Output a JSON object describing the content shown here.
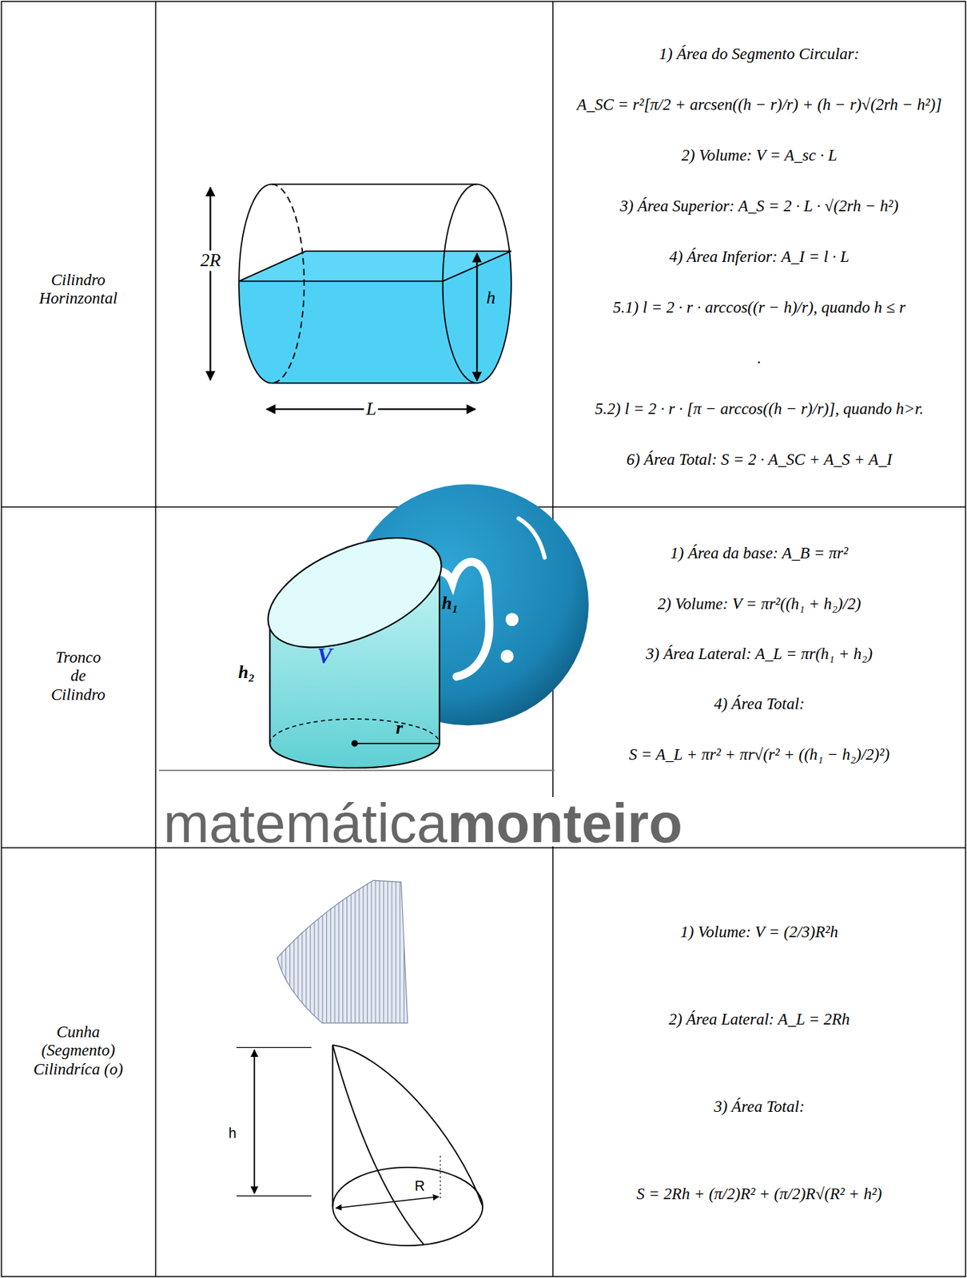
{
  "diagram": {
    "labels": [
      "Cilindro Horinzontal",
      "2R",
      "h",
      "L",
      "1) Área do Segmento Circular:",
      "A_SC = r²[π/2 + arcsen((h − r)/r) + (h − r)√(2rh − h²)]",
      "2) Volume: V = A_sc · L",
      "3) Área Superior: A_S = 2 · L · √(2rh − h²)",
      "4) Área Inferior: A_I = l · L",
      "5.1) l = 2 · r · arccos((r − h)/r), quando h ≤ r",
      ".",
      "5.2) l = 2 · r · [π − arccos((h − r)/r)], quando h>r.",
      "6) Área Total: S = 2 · A_SC + A_S + A_I",
      "Tronco de Cilindro",
      "h₁",
      "h₂",
      "V",
      "r",
      "1) Área da base: A_B = πr²",
      "2) Volume: V = πr²((h₁ + h₂)/2)",
      "3) Área Lateral: A_L = πr(h₁ + h₂)",
      "4) Área Total:",
      "S = A_L + πr² + πr√(r² + ((h₁ − h₂)/2)²)",
      "matemática",
      "monteiro",
      "Cunha (Segmento) Cilindríca (o)",
      "h",
      "R",
      "1) Volume: V = (2/3)R²h",
      "2) Área Lateral: A_L = 2Rh",
      "3) Área Total:",
      "S = 2Rh + (π/2)R² + (π/2)R√(R² + h²)"
    ]
  }
}
